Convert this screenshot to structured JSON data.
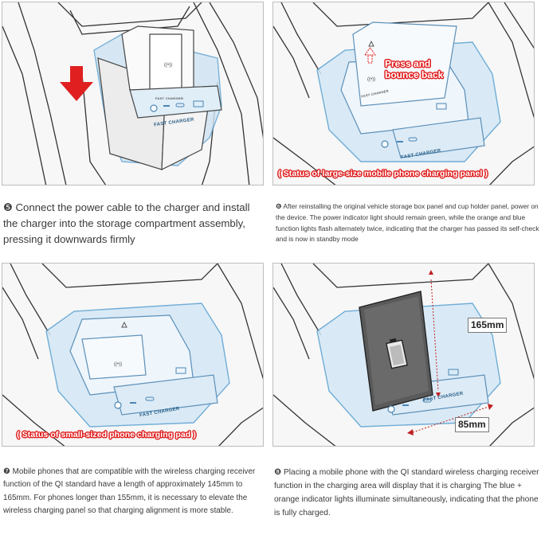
{
  "panels": {
    "p5": {
      "charger_label": "FAST CHARGER",
      "small_label": "FAST CHARGER"
    },
    "p6": {
      "press_text_line1": "Press and",
      "press_text_line2": "bounce back",
      "charger_label": "FAST CHARGER",
      "small_label": "FAST CHARGER",
      "status": "( Status of large-size mobile phone charging panel )"
    },
    "p7": {
      "charger_label": "FAST CHARGER",
      "status": "( Status of small-sized phone charging pad )"
    },
    "p8": {
      "charger_label": "FAST CHARGER",
      "dim_height": "165mm",
      "dim_width": "85mm"
    }
  },
  "captions": {
    "c5": {
      "num": "❺",
      "text": " Connect the power cable to the charger and install the charger into the storage compartment assembly, pressing it downwards firmly"
    },
    "c6": {
      "num": "❻",
      "text": " After reinstalling the original vehicle storage box panel and cup holder panel, power on the device. The power indicator light should remain green, while the orange and blue function lights flash alternately twice, indicating that the charger has passed its self-check and is now in standby mode"
    },
    "c7": {
      "num": "❼",
      "text": " Mobile phones that are compatible with the wireless charging receiver function of the QI standard have a length of approximately 145mm to 165mm. For phones longer than 155mm, it is necessary to elevate the wireless charging panel so that charging alignment is more stable."
    },
    "c8": {
      "num": "❽",
      "text": " Placing a mobile phone with the QI standard wireless charging receiver function in the charging area will display that it is charging The blue + orange indicator lights illuminate simultaneously, indicating that the phone is fully charged."
    }
  },
  "colors": {
    "accent_red": "#e02020",
    "charger_blue": "#8ec4e6",
    "line": "#333333"
  }
}
